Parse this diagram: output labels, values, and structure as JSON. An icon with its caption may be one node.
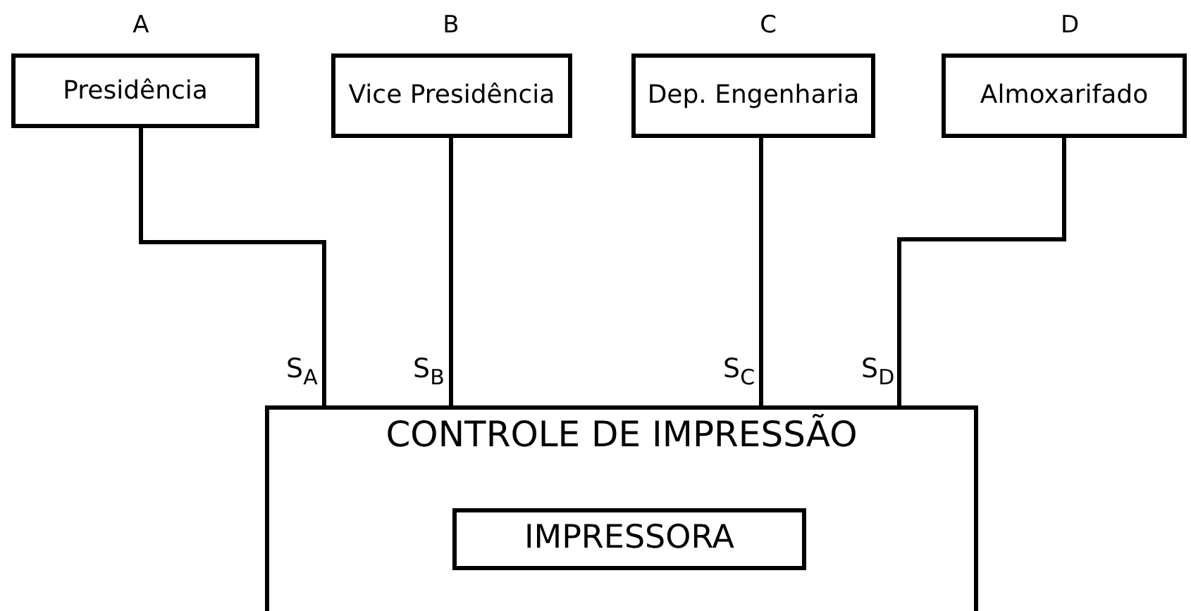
{
  "diagram": {
    "nodes": [
      {
        "text": [
          "Presidência"
        ],
        "beside": [
          "A"
        ]
      },
      {
        "text": [
          "Vice Presidência"
        ],
        "beside": [
          "B"
        ]
      },
      {
        "text": [
          "Dep. Engenharia"
        ],
        "beside": [
          "C"
        ]
      },
      {
        "text": [
          "Almoxarifado"
        ],
        "beside": [
          "D"
        ]
      },
      {
        "text": [
          "CONTROLE DE IMPRESSÃO"
        ]
      },
      {
        "text": [
          "IMPRESSORA"
        ],
        "in": 4
      }
    ],
    "edges": [
      {
        "from": 0,
        "to": 4,
        "arrow": "none",
        "label": "S$_{A}$"
      },
      {
        "from": 1,
        "to": 4,
        "arrow": "none",
        "label": "S$_{B}$"
      },
      {
        "from": 2,
        "to": 4,
        "arrow": "none",
        "label": "S$_{C}$"
      },
      {
        "from": 3,
        "to": 4,
        "arrow": "none",
        "label": "S$_{D}$"
      }
    ]
  }
}
